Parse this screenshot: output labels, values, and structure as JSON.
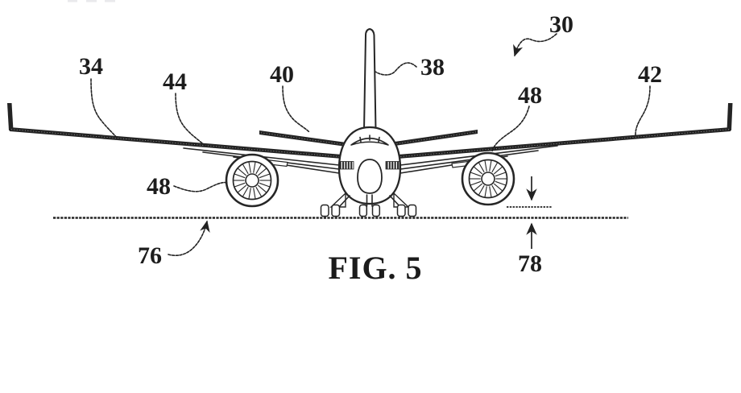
{
  "figure": {
    "caption": "FIG. 5",
    "labels": {
      "aircraft_ref": "30",
      "left_wing_ref": "34",
      "vertical_stabilizer_ref": "38",
      "horizontal_stabilizer_ref": "40",
      "right_wing_ref": "42",
      "inboard_wing_ref": "44",
      "left_engine_ref": "48",
      "right_engine_ref": "48",
      "ground_ref": "76",
      "ground_clearance_ref": "78"
    },
    "colors": {
      "ink": "#242424",
      "paper": "#ffffff"
    }
  }
}
